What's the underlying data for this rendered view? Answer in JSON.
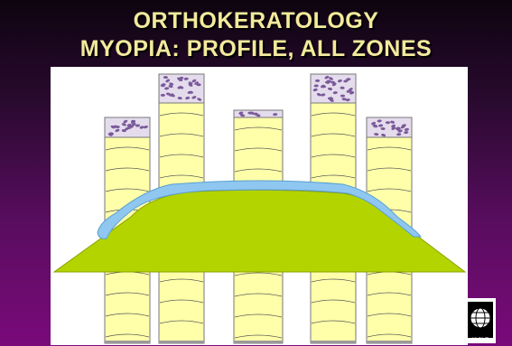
{
  "slide": {
    "title_line1": "ORTHOKERATOLOGY",
    "title_line2": "MYOPIA: PROFILE, ALL ZONES"
  },
  "colors": {
    "title": "#f3ea9c",
    "background_top": "#0e0410",
    "background_bottom": "#7a0a7a",
    "panel": "#ffffff",
    "stroma": "#ffffaa",
    "epithelium": "#e4dcec",
    "cell_nuclei": "#7a5a9a",
    "tear_film_lens": "#8fc7f0",
    "cornea_profile": "#b4d400"
  },
  "logo": {
    "icon": "iacle-globe-logo",
    "text": "IACLE"
  }
}
